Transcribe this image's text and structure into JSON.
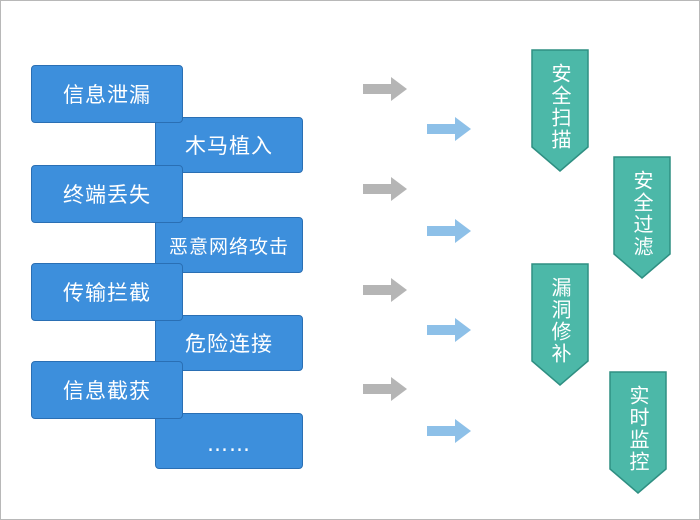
{
  "threats": [
    {
      "label": "信息泄漏"
    },
    {
      "label": "木马植入"
    },
    {
      "label": "终端丢失"
    },
    {
      "label": "恶意网络攻击"
    },
    {
      "label": "传输拦截"
    },
    {
      "label": "危险连接"
    },
    {
      "label": "信息截获"
    },
    {
      "label": "……"
    }
  ],
  "defenses": [
    {
      "label": "安全扫描"
    },
    {
      "label": "安全过滤"
    },
    {
      "label": "漏洞修补"
    },
    {
      "label": "实时监控"
    }
  ],
  "colors": {
    "threat_box": "#3d8fdc",
    "threat_border": "#2a6fb4",
    "defense_shape": "#4cb8a8",
    "defense_border": "#2f8f82",
    "arrow_gray": "#b5b5b5",
    "arrow_blue": "#8dc0e8"
  }
}
